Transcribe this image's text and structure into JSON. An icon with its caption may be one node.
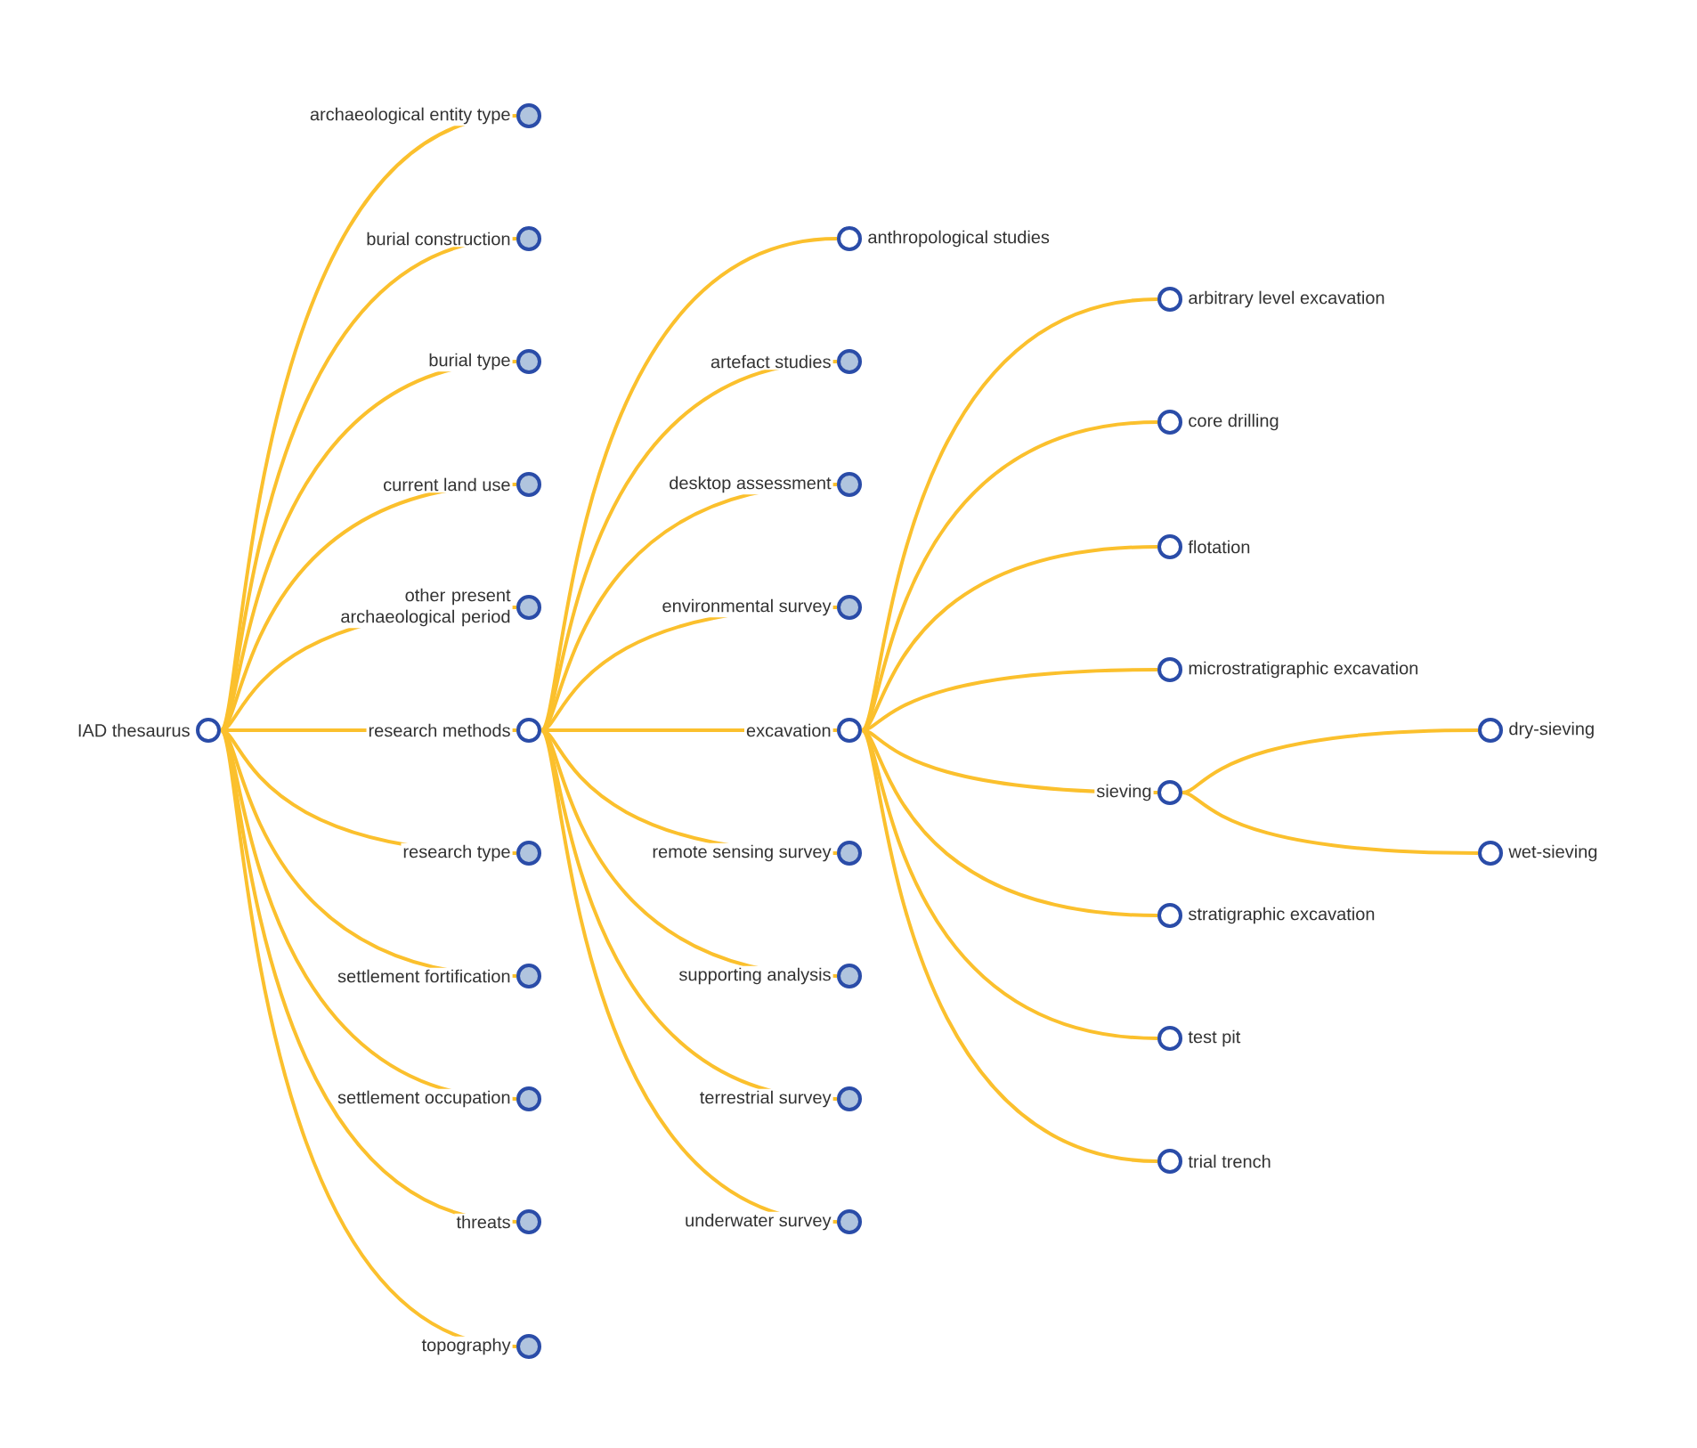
{
  "diagram": {
    "nodes": [
      {
        "text": [
          "IAD thesaurus"
        ]
      },
      {
        "text": [
          "archaeological entity type"
        ]
      },
      {
        "text": [
          "burial construction"
        ]
      },
      {
        "text": [
          "burial type"
        ]
      },
      {
        "text": [
          "current land use"
        ]
      },
      {
        "text": [
          "other present archaeological period"
        ]
      },
      {
        "text": [
          "research methods"
        ]
      },
      {
        "text": [
          "anthropological studies"
        ]
      },
      {
        "text": [
          "artefact studies"
        ]
      },
      {
        "text": [
          "desktop assessment"
        ]
      },
      {
        "text": [
          "environmental survey"
        ]
      },
      {
        "text": [
          "excavation"
        ]
      },
      {
        "text": [
          "arbitrary level excavation"
        ]
      },
      {
        "text": [
          "core drilling"
        ]
      },
      {
        "text": [
          "flotation"
        ]
      },
      {
        "text": [
          "microstratigraphic excavation"
        ]
      },
      {
        "text": [
          "sieving"
        ]
      },
      {
        "text": [
          "dry-sieving"
        ]
      },
      {
        "text": [
          "wet-sieving"
        ]
      },
      {
        "text": [
          "stratigraphic excavation"
        ]
      },
      {
        "text": [
          "test pit"
        ]
      },
      {
        "text": [
          "trial trench"
        ]
      },
      {
        "text": [
          "remote sensing survey"
        ]
      },
      {
        "text": [
          "supporting analysis"
        ]
      },
      {
        "text": [
          "terrestrial survey"
        ]
      },
      {
        "text": [
          "underwater survey"
        ]
      },
      {
        "text": [
          "research type"
        ]
      },
      {
        "text": [
          "settlement fortification"
        ]
      },
      {
        "text": [
          "settlement occupation"
        ]
      },
      {
        "text": [
          "threats"
        ]
      },
      {
        "text": [
          "topography"
        ]
      }
    ],
    "edges": [
      {
        "from": 0,
        "to": 1,
        "arrow": "none"
      },
      {
        "from": 0,
        "to": 2,
        "arrow": "none"
      },
      {
        "from": 0,
        "to": 3,
        "arrow": "none"
      },
      {
        "from": 0,
        "to": 4,
        "arrow": "none"
      },
      {
        "from": 0,
        "to": 5,
        "arrow": "none"
      },
      {
        "from": 0,
        "to": 6,
        "arrow": "none"
      },
      {
        "from": 6,
        "to": 7,
        "arrow": "none"
      },
      {
        "from": 6,
        "to": 8,
        "arrow": "none"
      },
      {
        "from": 6,
        "to": 9,
        "arrow": "none"
      },
      {
        "from": 6,
        "to": 10,
        "arrow": "none"
      },
      {
        "from": 6,
        "to": 11,
        "arrow": "none"
      },
      {
        "from": 11,
        "to": 12,
        "arrow": "none"
      },
      {
        "from": 11,
        "to": 13,
        "arrow": "none"
      },
      {
        "from": 11,
        "to": 14,
        "arrow": "none"
      },
      {
        "from": 11,
        "to": 15,
        "arrow": "none"
      },
      {
        "from": 11,
        "to": 16,
        "arrow": "none"
      },
      {
        "from": 16,
        "to": 17,
        "arrow": "none"
      },
      {
        "from": 16,
        "to": 18,
        "arrow": "none"
      },
      {
        "from": 11,
        "to": 19,
        "arrow": "none"
      },
      {
        "from": 11,
        "to": 20,
        "arrow": "none"
      },
      {
        "from": 11,
        "to": 21,
        "arrow": "none"
      },
      {
        "from": 6,
        "to": 22,
        "arrow": "none"
      },
      {
        "from": 6,
        "to": 23,
        "arrow": "none"
      },
      {
        "from": 6,
        "to": 24,
        "arrow": "none"
      },
      {
        "from": 6,
        "to": 25,
        "arrow": "none"
      },
      {
        "from": 0,
        "to": 26,
        "arrow": "none"
      },
      {
        "from": 0,
        "to": 27,
        "arrow": "none"
      },
      {
        "from": 0,
        "to": 28,
        "arrow": "none"
      },
      {
        "from": 0,
        "to": 29,
        "arrow": "none"
      },
      {
        "from": 0,
        "to": 30,
        "arrow": "none"
      }
    ]
  }
}
